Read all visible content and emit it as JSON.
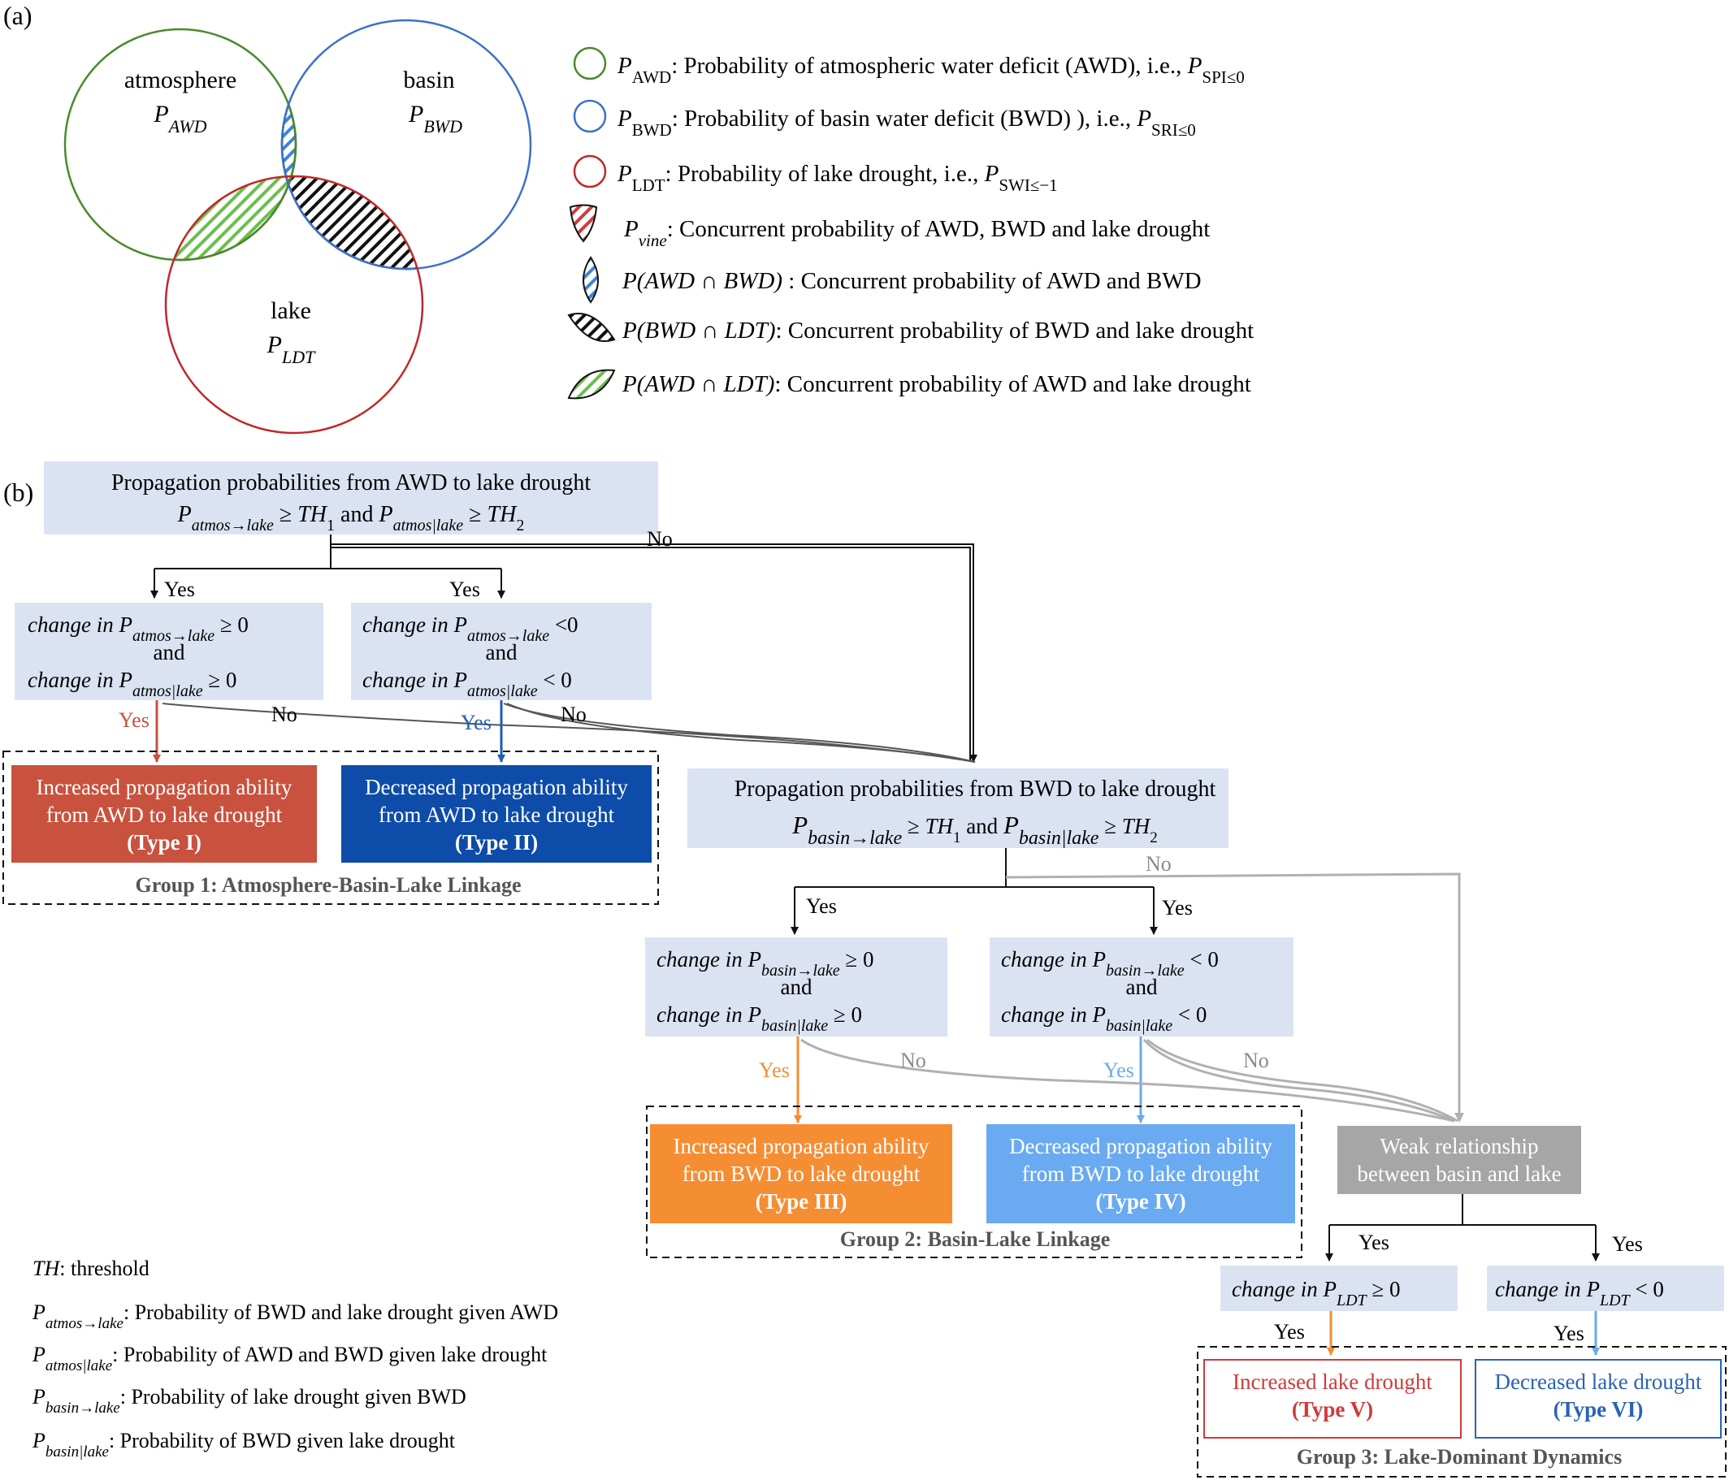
{
  "panel_a": {
    "label": "(a)",
    "circles": {
      "atmosphere": {
        "name": "atmosphere",
        "prob": "P",
        "prob_sub": "AWD"
      },
      "basin": {
        "name": "basin",
        "prob": "P",
        "prob_sub": "BWD"
      },
      "lake": {
        "name": "lake",
        "prob": "P",
        "prob_sub": "LDT"
      }
    },
    "legend": [
      {
        "sym": "P",
        "sub": "AWD",
        "desc": ": Probability of atmospheric water deficit (AWD), i.e., ",
        "cond": "P",
        "cond_sub": "SPI≤0"
      },
      {
        "sym": "P",
        "sub": "BWD",
        "desc": ": Probability of basin water deficit (BWD) ), i.e., ",
        "cond": "P",
        "cond_sub": "SRI≤0"
      },
      {
        "sym": "P",
        "sub": "LDT",
        "desc": ": Probability of lake drought, i.e., ",
        "cond": "P",
        "cond_sub": "SWI≤−1"
      },
      {
        "sym": "P",
        "sub": "vine",
        "desc": ": Concurrent probability of AWD, BWD and lake drought"
      },
      {
        "sym": "P(AWD ∩ BWD)",
        "desc": " : Concurrent probability of AWD and BWD"
      },
      {
        "sym": "P(BWD ∩ LDT)",
        "desc": ":  Concurrent probability of BWD and lake drought"
      },
      {
        "sym": "P(AWD ∩ LDT)",
        "desc": ": Concurrent probability of AWD and lake drought"
      }
    ],
    "colors": {
      "atmosphere": "#4a8a2c",
      "basin": "#3a72c8",
      "lake": "#c0282a",
      "red_hatch": "#d03a3a",
      "blue_hatch": "#3a86d4",
      "green_hatch": "#6abf4b",
      "black_hatch": "#111111"
    }
  },
  "panel_b": {
    "label": "(b)",
    "top": {
      "line1": "Propagation  probabilities from AWD to lake drought",
      "p1": "P",
      "p1_sub": "atmos→lake",
      "ge1": " ≥ ",
      "th1": "TH",
      "th1_sub": "1",
      "and": " and ",
      "p2": "P",
      "p2_sub": "atmos|lake",
      "ge2": " ≥ ",
      "th2": "TH",
      "th2_sub": "2"
    },
    "cond_a1": {
      "l1a": "change in ",
      "p": "P",
      "p_sub": "atmos→lake",
      "l1b": " ≥ 0",
      "mid": "and",
      "l3a": "change in ",
      "p2": "P",
      "p2_sub": "atmos|lake",
      "l3b": "  ≥ 0"
    },
    "cond_a2": {
      "l1a": "change in ",
      "p": "P",
      "p_sub": "atmos→lake",
      "l1b": " <0",
      "mid": "and",
      "l3a": "change in ",
      "p2": "P",
      "p2_sub": "atmos|lake",
      "l3b": " < 0"
    },
    "type1": {
      "l1": "Increased propagation ability",
      "l2": "from AWD to lake drought",
      "l3": "(Type I)"
    },
    "type2": {
      "l1": "Decreased propagation ability",
      "l2": "from AWD to lake drought",
      "l3": "(Type II)"
    },
    "group1": "Group 1: Atmosphere-Basin-Lake Linkage",
    "mid": {
      "line1": "Propagation  probabilities from BWD to lake drought",
      "p1": "P",
      "p1_sub": "basin→lake",
      "ge1": " ≥ ",
      "th1": "TH",
      "th1_sub": "1",
      "and": " and ",
      "p2": "P",
      "p2_sub": "basin|lake",
      "ge2": " ≥ ",
      "th2": "TH",
      "th2_sub": "2"
    },
    "cond_b1": {
      "l1a": "change in ",
      "p": "P",
      "p_sub": "basin→lake",
      "l1b": " ≥ 0",
      "mid": "and",
      "l3a": "change in ",
      "p2": "P",
      "p2_sub": "basin|lake",
      "l3b": " ≥ 0"
    },
    "cond_b2": {
      "l1a": "change in ",
      "p": "P",
      "p_sub": "basin→lake",
      "l1b": " < 0",
      "mid": "and",
      "l3a": "change in ",
      "p2": "P",
      "p2_sub": "basin|lake",
      "l3b": " < 0"
    },
    "type3": {
      "l1": "Increased propagation ability",
      "l2": "from BWD to lake drought",
      "l3": "(Type III)"
    },
    "type4": {
      "l1": "Decreased propagation ability",
      "l2": "from BWD to lake drought",
      "l3": "(Type IV)"
    },
    "group2": "Group 2: Basin-Lake Linkage",
    "weak": {
      "l1": "Weak relationship",
      "l2": "between basin and lake"
    },
    "cond_c1": {
      "a": "change in ",
      "p": "P",
      "p_sub": "LDT",
      "b": " ≥ 0"
    },
    "cond_c2": {
      "a": "change in ",
      "p": "P",
      "p_sub": "LDT",
      "b": " < 0"
    },
    "type5": {
      "l1": "Increased lake drought",
      "l2": "(Type V)"
    },
    "type6": {
      "l1": "Decreased lake drought",
      "l2": "(Type VI)"
    },
    "group3": "Group 3: Lake-Dominant Dynamics",
    "yes": "Yes",
    "no": "No",
    "notes": [
      {
        "sym": "TH",
        "sub": "",
        "desc": ": threshold"
      },
      {
        "sym": "P",
        "sub": "atmos→lake",
        "desc": ": Probability of BWD and lake drought given AWD"
      },
      {
        "sym": "P",
        "sub": "atmos|lake",
        "desc": ": Probability of AWD and BWD given lake drought"
      },
      {
        "sym": "P",
        "sub": "basin→lake",
        "desc": ": Probability of lake drought given BWD"
      },
      {
        "sym": "P",
        "sub": "basin|lake",
        "desc": ": Probability of BWD given lake drought"
      }
    ],
    "colors": {
      "box": "#dbe3f3",
      "type1": "#c8523e",
      "type2": "#0d4ca8",
      "type3": "#f58d33",
      "type4": "#6aaaf0",
      "weak": "#a6a6a6",
      "type5_border": "#d03a3a",
      "type6_border": "#2a62b8",
      "type5_text": "#d03a3a",
      "type6_text": "#2a62b8",
      "yes_red": "#c8523e",
      "yes_blue": "#1e5bb8",
      "yes_orange": "#f58d33",
      "yes_lightblue": "#6aaaf0",
      "grey_line": "#b0b0b0",
      "no_grey": "#8a8a8a"
    }
  }
}
